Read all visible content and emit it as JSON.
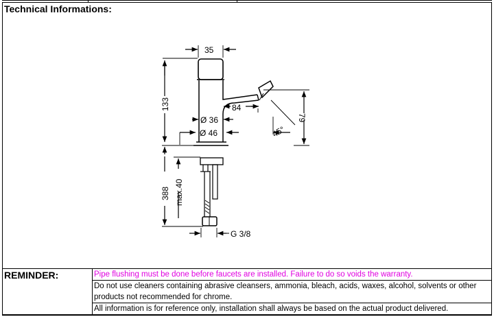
{
  "header": {
    "title": "Technical Informations:"
  },
  "drawing": {
    "dims": {
      "top_width": "35",
      "height_total": "133",
      "spout_reach": "84",
      "dia_inner": "Ø 36",
      "dia_outer": "Ø 46",
      "angle": "45°",
      "spout_height": "79",
      "below_length": "388",
      "max_thickness": "max.40",
      "thread": "G 3/8"
    }
  },
  "notes": {
    "label": "REMINDER:",
    "rows": [
      "Pipe flushing must be done before faucets are installed. Failure to do so voids the warranty.",
      "Do not use cleaners containing abrasive cleansers, ammonia, bleach, acids, waxes, alcohol, solvents or other products not recommended for chrome.",
      "All information is for reference only, installation shall always be based on the actual product delivered."
    ]
  },
  "colors": {
    "warning_text": "#e000e0",
    "lines": "#000000"
  }
}
